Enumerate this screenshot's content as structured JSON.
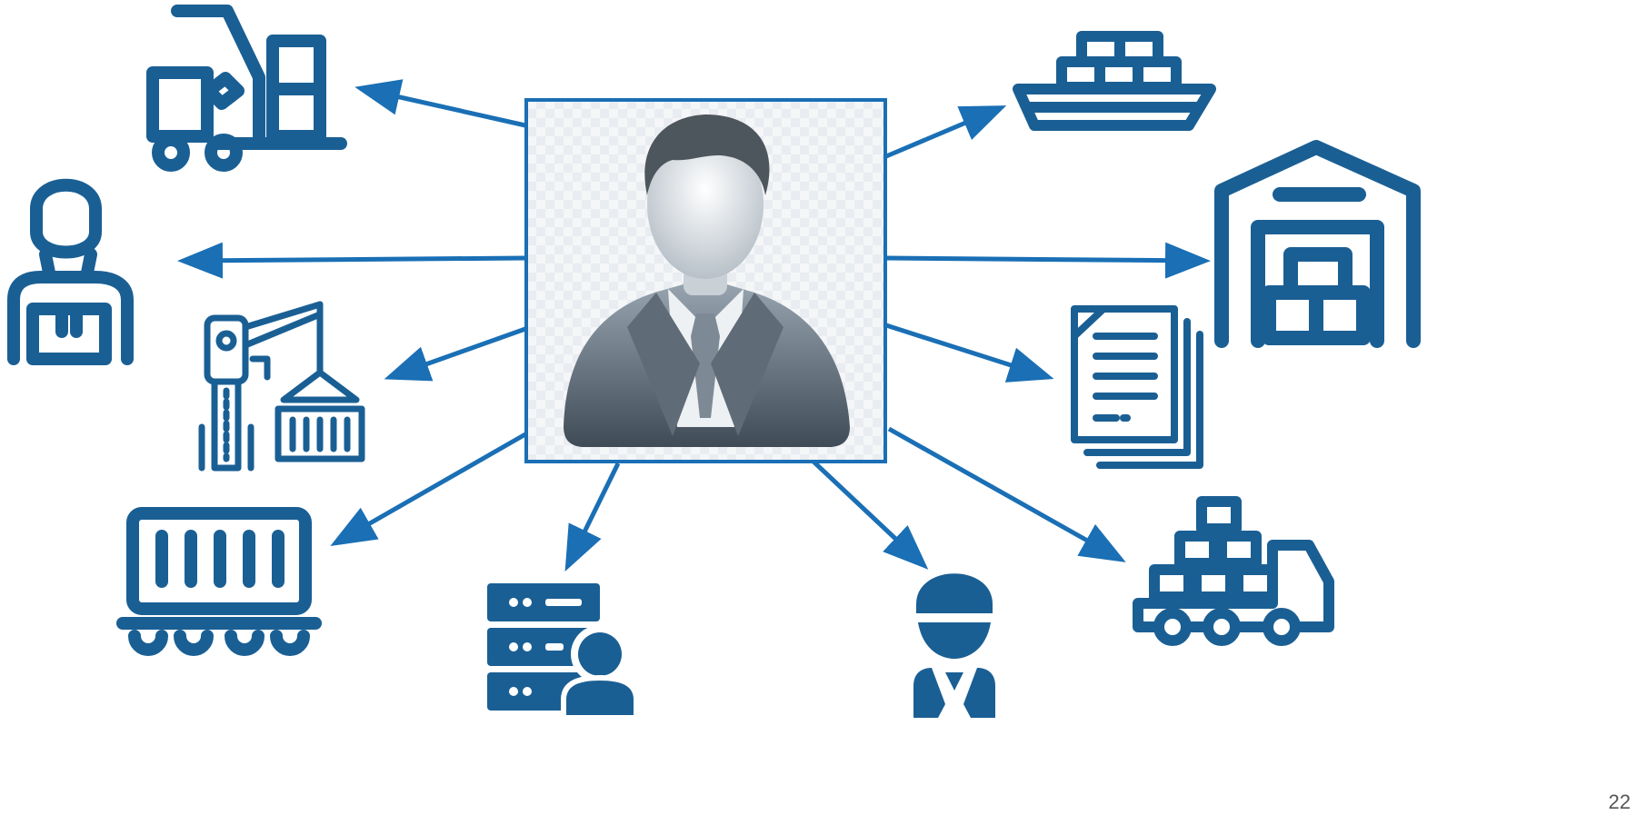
{
  "slide": {
    "page_number": "22"
  },
  "colors": {
    "icon": "#1a5f94",
    "arrow": "#1a6fb5",
    "frame": "#1a6fb5"
  },
  "center": {
    "name": "business-person-avatar"
  },
  "targets": [
    {
      "id": "forklift",
      "icon": "forklift-icon"
    },
    {
      "id": "delivery-worker",
      "icon": "delivery-worker-icon"
    },
    {
      "id": "port-crane",
      "icon": "port-crane-icon"
    },
    {
      "id": "freight-railcar",
      "icon": "freight-railcar-icon"
    },
    {
      "id": "database-user",
      "icon": "database-user-icon"
    },
    {
      "id": "driver",
      "icon": "driver-icon"
    },
    {
      "id": "delivery-truck",
      "icon": "delivery-truck-icon"
    },
    {
      "id": "documents",
      "icon": "documents-icon"
    },
    {
      "id": "warehouse",
      "icon": "warehouse-icon"
    },
    {
      "id": "cargo-ship",
      "icon": "cargo-ship-icon"
    }
  ]
}
